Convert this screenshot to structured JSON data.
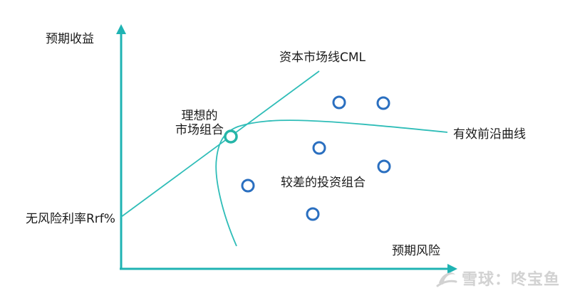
{
  "axes": {
    "y_label": "预期收益",
    "x_label": "预期风险"
  },
  "labels": {
    "cml": "资本市场线CML",
    "optimal_line1": "理想的",
    "optimal_line2": "市场组合",
    "frontier": "有效前沿曲线",
    "inferior": "较差的投资组合",
    "risk_free": "无风险利率Rrf%"
  },
  "watermark": {
    "text": "雪球：咚宝鱼",
    "logo": "snowball-logo"
  },
  "colors": {
    "axis": "#1fb3b3",
    "line": "#2fbdb8",
    "dot": "#2a6fc0",
    "optimal": "#25b5a8",
    "watermark": "#d2d2d2"
  }
}
